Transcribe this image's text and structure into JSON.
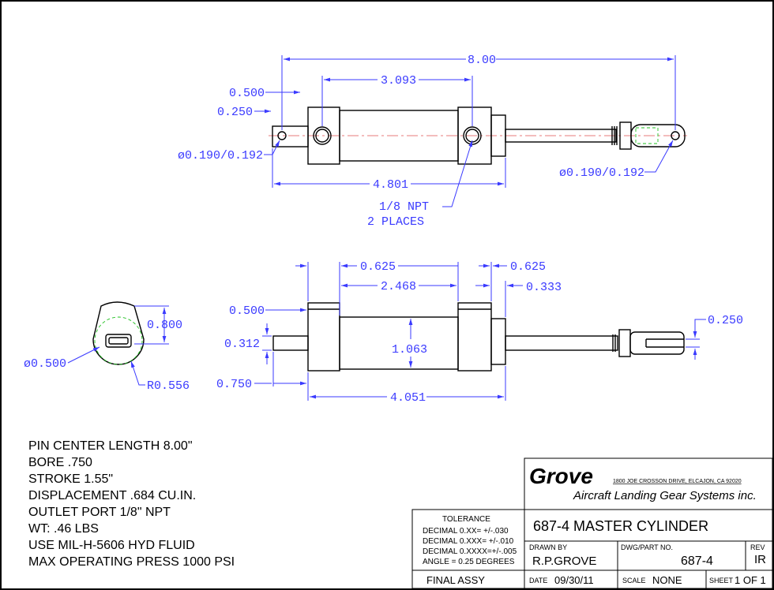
{
  "drawing": {
    "top_view": {
      "overall_length": "8.00",
      "port_spacing": "3.093",
      "offset_a": "0.500",
      "offset_b": "0.250",
      "pin_dia_left": "ø0.190/0.192",
      "body_length": "4.801",
      "pin_dia_right": "ø0.190/0.192",
      "port_note_1": "1/8 NPT",
      "port_note_2": "2 PLACES"
    },
    "side_view": {
      "left_flange": "0.625",
      "right_flange": "0.625",
      "barrel_length": "2.468",
      "right_gap": "0.333",
      "top_offset": "0.500",
      "rod_dia": "0.312",
      "bore_dia": "1.063",
      "clevis_slot": "0.250",
      "bottom_offset": "0.750",
      "overall_body": "4.051"
    },
    "end_view": {
      "height": "0.800",
      "boss_dia": "ø0.500",
      "radius": "R0.556"
    }
  },
  "notes": [
    "PIN CENTER LENGTH 8.00\"",
    "BORE .750",
    "STROKE 1.55\"",
    "DISPLACEMENT .684 CU.IN.",
    "OUTLET PORT 1/8\" NPT",
    "WT: .46 LBS",
    "USE MIL-H-5606 HYD FLUID",
    "MAX OPERATING PRESS 1000 PSI"
  ],
  "title_block": {
    "company": "Grove",
    "address": "1800 JOE CROSSON DRIVE, ELCAJON, CA 92020",
    "subtitle": "Aircraft Landing Gear Systems inc.",
    "tolerance_header": "TOLERANCE",
    "tol_1": "DECIMAL 0.XX=  +/-.030",
    "tol_2": "DECIMAL 0.XXX= +/-.010",
    "tol_3": "DECIMAL 0.XXXX=+/-.005",
    "tol_4": "ANGLE = 0.25 DEGREES",
    "title": "687-4 MASTER CYLINDER",
    "drawn_by_label": "DRAWN BY",
    "drawn_by": "R.P.GROVE",
    "dwg_label": "DWG/PART NO.",
    "dwg_no": "687-4",
    "rev_label": "REV",
    "rev": "IR",
    "final_assy": "FINAL ASSY",
    "date_label": "DATE",
    "date": "09/30/11",
    "scale_label": "SCALE",
    "scale": "NONE",
    "sheet_label": "SHEET",
    "sheet": "1 OF 1"
  }
}
